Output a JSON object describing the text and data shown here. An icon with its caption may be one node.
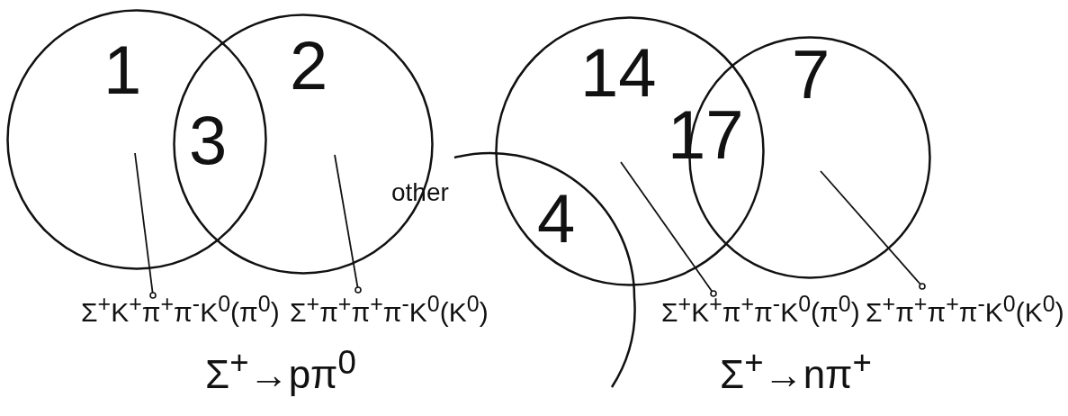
{
  "diagram": {
    "nodes": [
      {
        "text": [
          "1"
        ]
      },
      {
        "text": [
          "2"
        ]
      },
      {
        "text": [
          "Σ$^{+}$K$^{+}$π$^{+}$π$^{-}$K$^{0}$(π$^{0}$)"
        ]
      },
      {
        "text": [
          "Σ$^{+}$π$^{+}$π$^{+}$π$^{-}$K$^{0}$(K$^{0}$)"
        ]
      },
      {
        "text": [
          "14"
        ]
      },
      {
        "text": [
          "7"
        ]
      },
      {
        "text": [
          "4"
        ],
        "beside": [
          "other"
        ]
      },
      {
        "text": [
          "Σ$^{+}$K$^{+}$π$^{+}$π$^{-}$K$^{0}$(π$^{0}$)"
        ]
      },
      {
        "text": [
          "Σ$^{+}$π$^{+}$π$^{+}$π$^{-}$K$^{0}$(K$^{0}$)"
        ]
      }
    ],
    "edges": [
      {
        "from": 2,
        "to": 0,
        "arrow": "other"
      },
      {
        "from": 3,
        "to": 1,
        "arrow": "other"
      },
      {
        "from": 7,
        "to": 4,
        "arrow": "other"
      },
      {
        "from": 8,
        "to": 5,
        "arrow": "other"
      }
    ],
    "labels": [
      "3",
      "17",
      "Σ$^{+}$→pπ$^{0}$",
      "Σ$^{+}$→nπ$^{+}$"
    ]
  }
}
